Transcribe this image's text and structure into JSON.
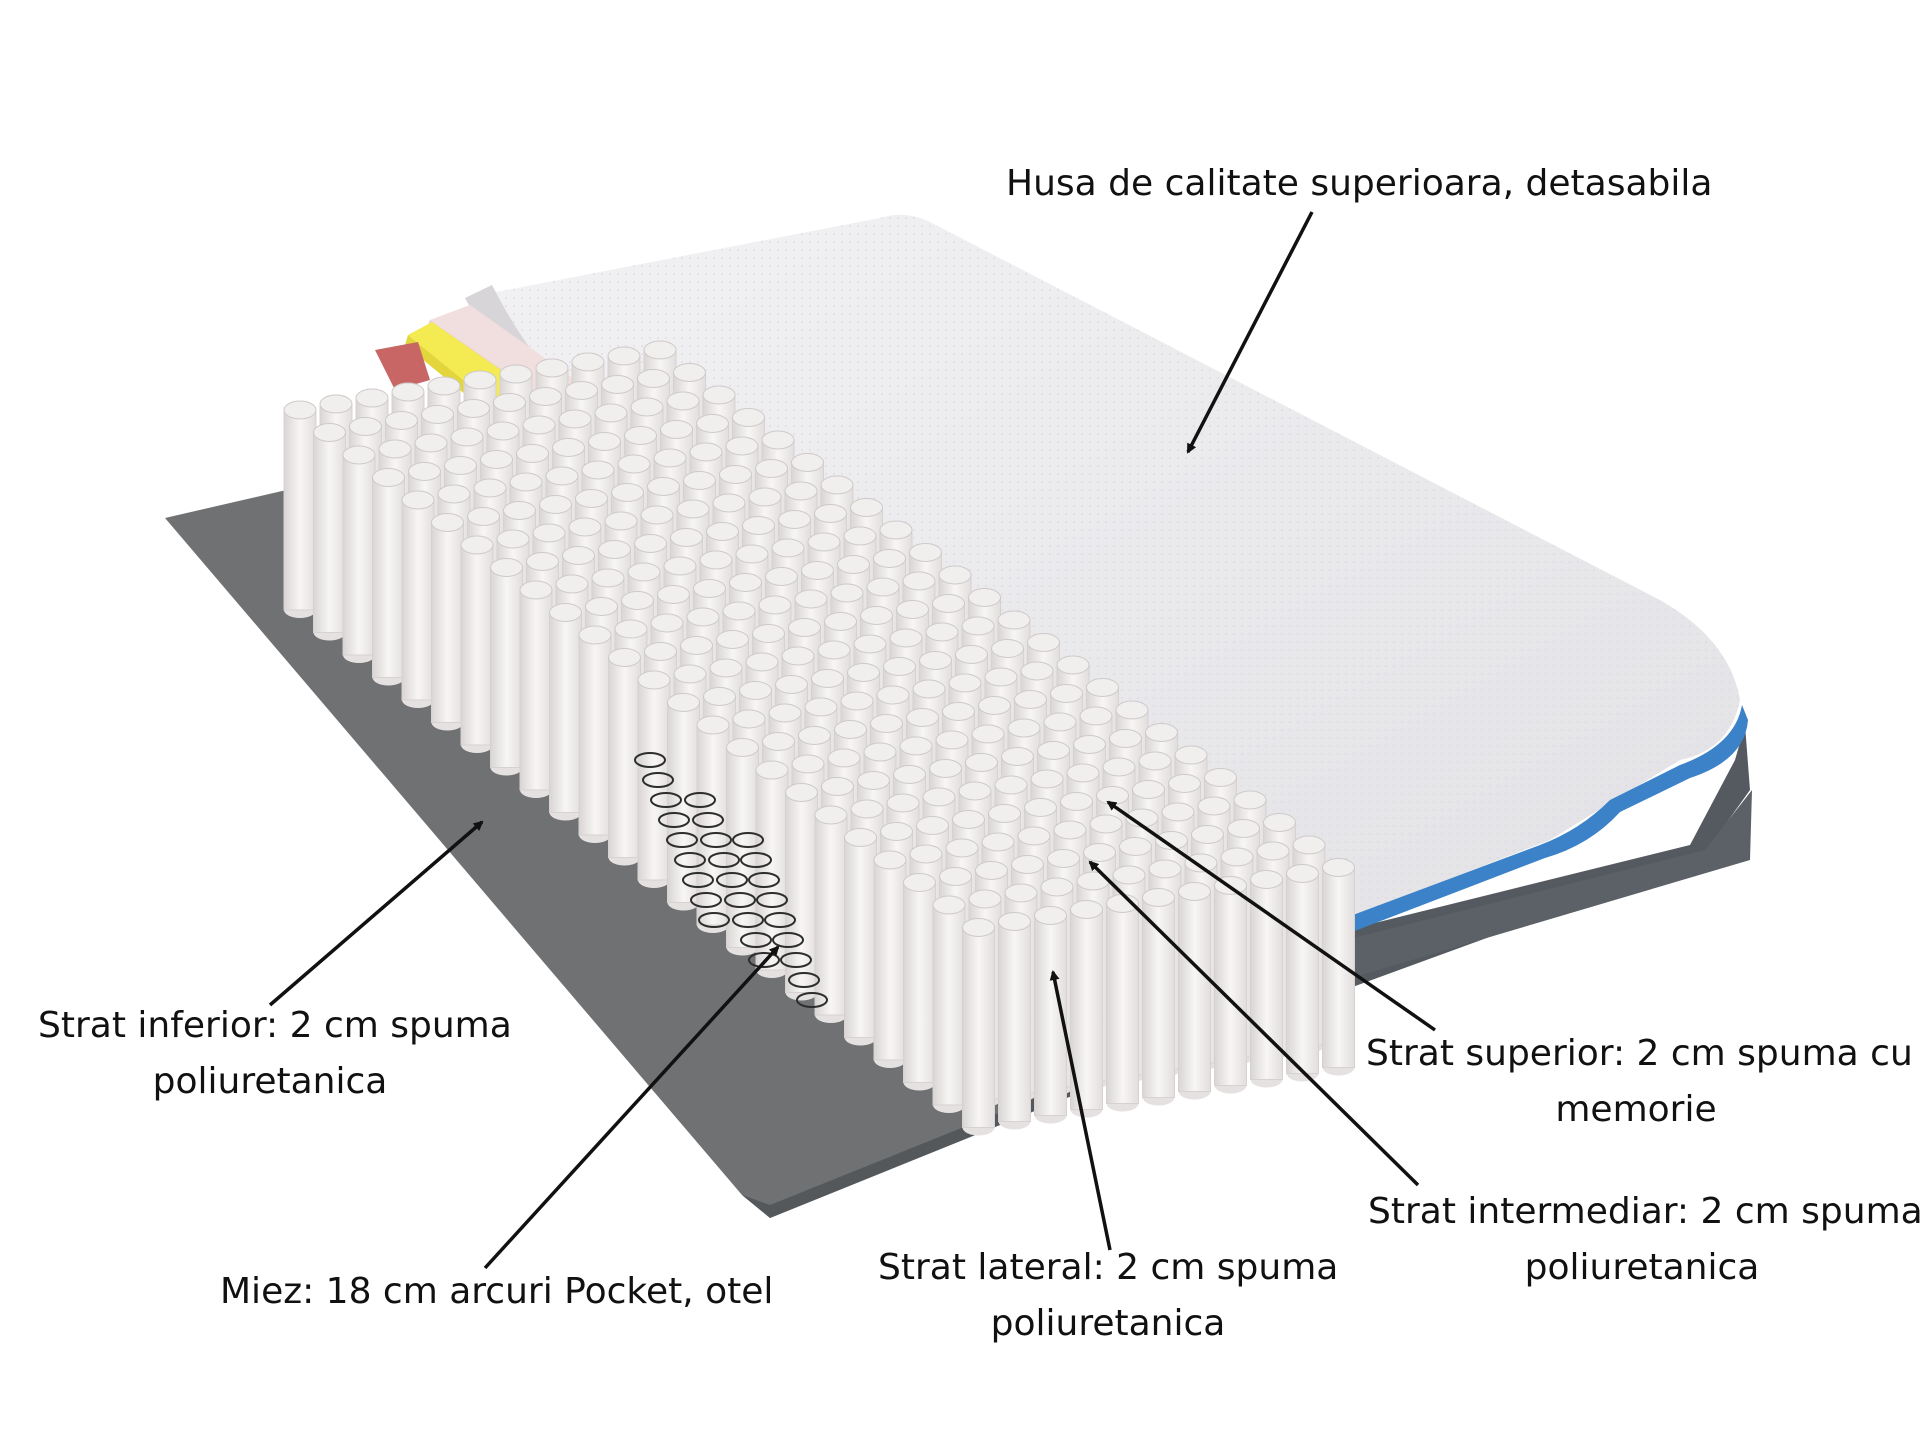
{
  "colors": {
    "background": "#ffffff",
    "base_foam": "#6f7173",
    "cover": "#ececee",
    "cover_border": "#3b82c8",
    "cover_side": "#555a61",
    "memory_foam": "#f4ea52",
    "comfort_foam": "#f1dede",
    "side_foam": "#ee8f8c",
    "springs": "#eeeaea",
    "arrow": "#111111",
    "text": "#111111"
  },
  "icons": [
    "arrow-icon",
    "pocket-spring-icon",
    "mattress-illustration"
  ],
  "labels": {
    "cover": "Husa de calitate superioara, detasabila",
    "bottom_layer": [
      "Strat inferior: 2 cm spuma",
      "poliuretanica"
    ],
    "core": "Miez: 18 cm arcuri Pocket, otel",
    "side_layer": [
      "Strat lateral: 2 cm spuma",
      "poliuretanica"
    ],
    "top_layer": [
      "Strat superior: 2 cm spuma cu",
      "memorie"
    ],
    "middle_layer": [
      "Strat intermediar: 2 cm spuma",
      "poliuretanica"
    ]
  }
}
